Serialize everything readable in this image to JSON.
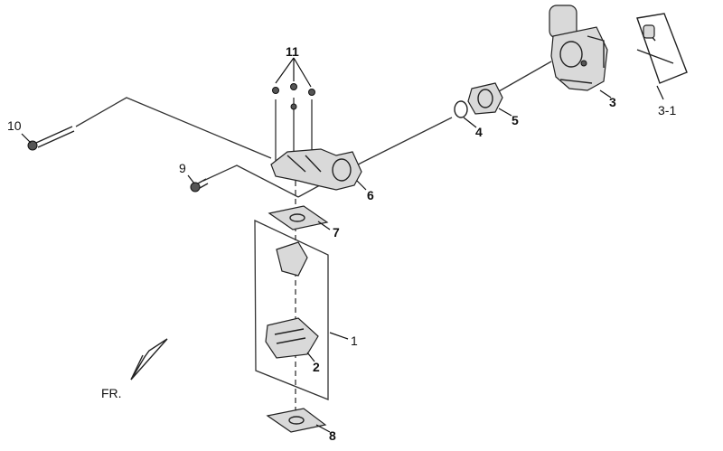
{
  "diagram": {
    "callouts": {
      "c1": "1",
      "c2": "2",
      "c3": "3",
      "c3_1": "3-1",
      "c4": "4",
      "c5": "5",
      "c6": "6",
      "c7": "7",
      "c8": "8",
      "c9": "9",
      "c10": "10",
      "c11": "11"
    },
    "direction_label": "FR."
  },
  "colors": {
    "line": "#222222",
    "part_fill": "#d9d9d9",
    "background": "#ffffff"
  }
}
